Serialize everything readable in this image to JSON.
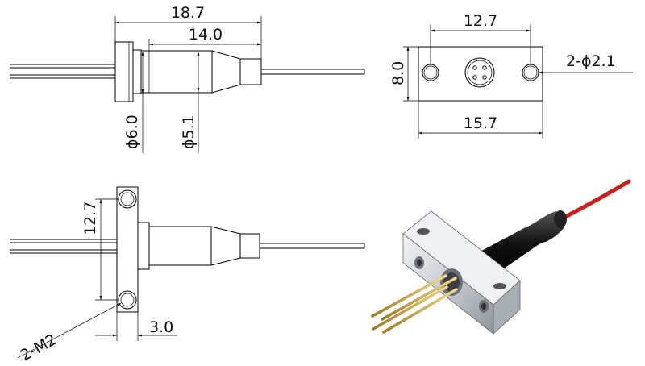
{
  "views": {
    "side": {
      "dims": {
        "overall_length": "18.7",
        "body_length": "14.0",
        "flange_diameter": "ϕ6.0",
        "body_diameter": "ϕ5.1"
      }
    },
    "front": {
      "dims": {
        "hole_spacing": "12.7",
        "height": "8.0",
        "holes": "2-ϕ2.1",
        "width": "15.7"
      }
    },
    "side_flange": {
      "dims": {
        "hole_spacing": "12.7",
        "threads": "2-M2",
        "flange_thickness": "3.0"
      }
    }
  },
  "colors": {
    "line": "#000000",
    "fiber": "#c8201c",
    "boot": "#1a1a1a",
    "flange_metal": "#c9cdd3",
    "pins": "#c8a24a"
  }
}
